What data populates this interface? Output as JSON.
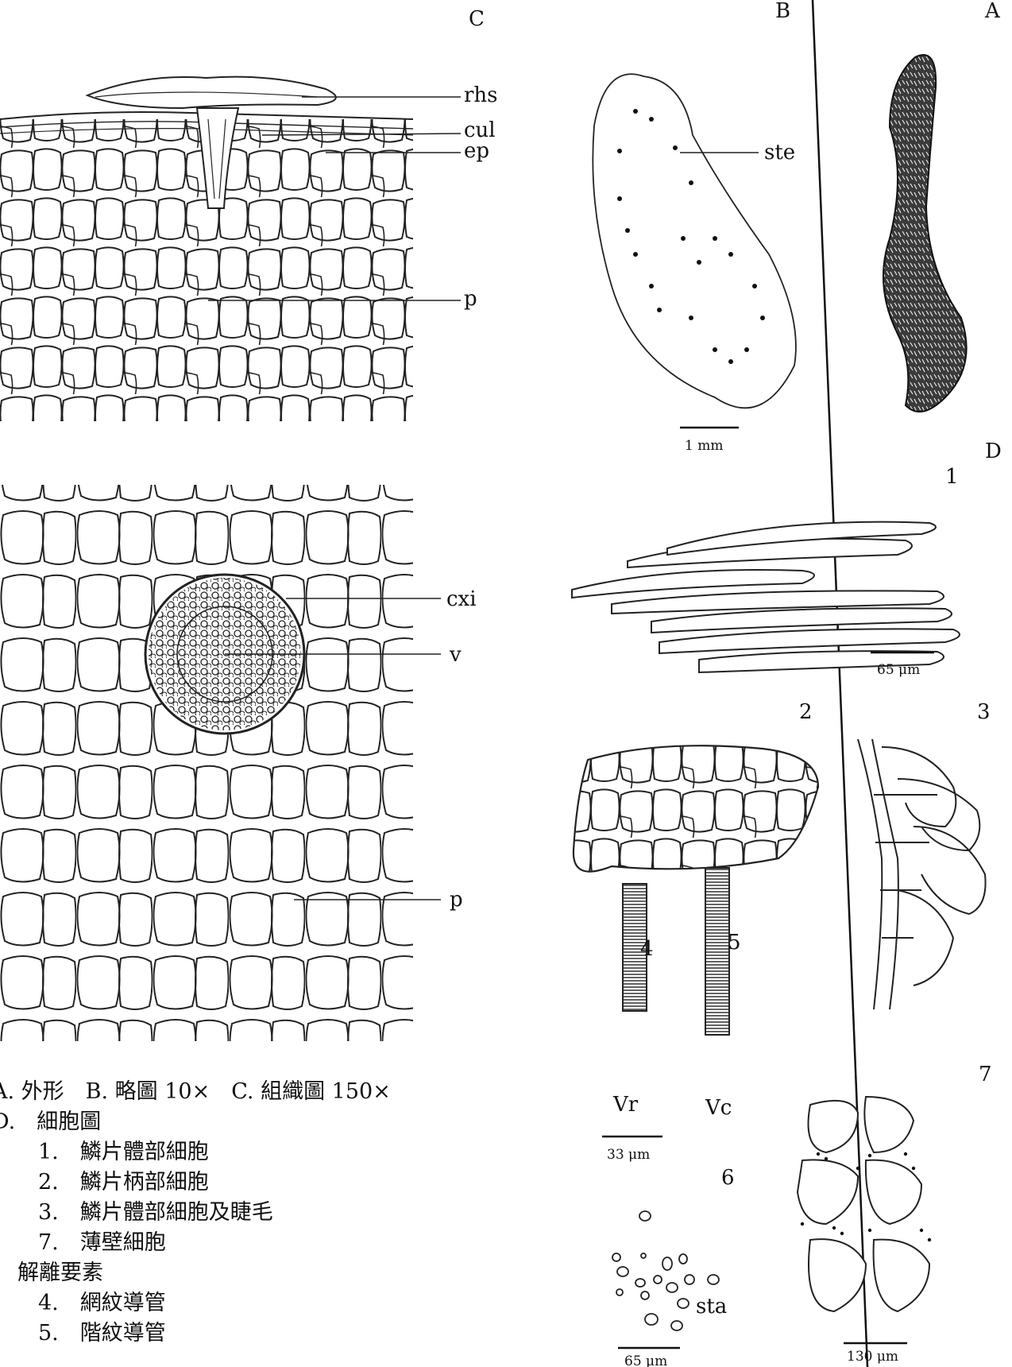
{
  "panels": {
    "a": "A",
    "b": "B",
    "c": "C",
    "d": "D"
  },
  "labels": {
    "rhs": "rhs",
    "cul": "cul",
    "ep": "ep",
    "p_upper": "p",
    "cxi": "cxi",
    "v": "v",
    "p_lower": "p",
    "ste": "ste",
    "sta": "sta",
    "vr": "Vr",
    "vc": "Vc"
  },
  "numbers": [
    "1",
    "2",
    "3",
    "4",
    "5",
    "6",
    "7"
  ],
  "scales": {
    "b": "1 mm",
    "d1": "65 μm",
    "d45": "33 μm",
    "d6": "65 μm",
    "d7": "130 μm"
  },
  "caption": {
    "line1": "A. 外形　B. 略圖 10×　C. 組織圖 150×",
    "line2": "D.　細胞圖",
    "items": [
      "1.　鱗片體部細胞",
      "2.　鱗片柄部細胞",
      "3.　鱗片體部細胞及睫毛",
      "7.　薄壁細胞"
    ],
    "line_dissoc": "解離要素",
    "items2": [
      "4.　網紋導管",
      "5.　階紋導管"
    ]
  }
}
